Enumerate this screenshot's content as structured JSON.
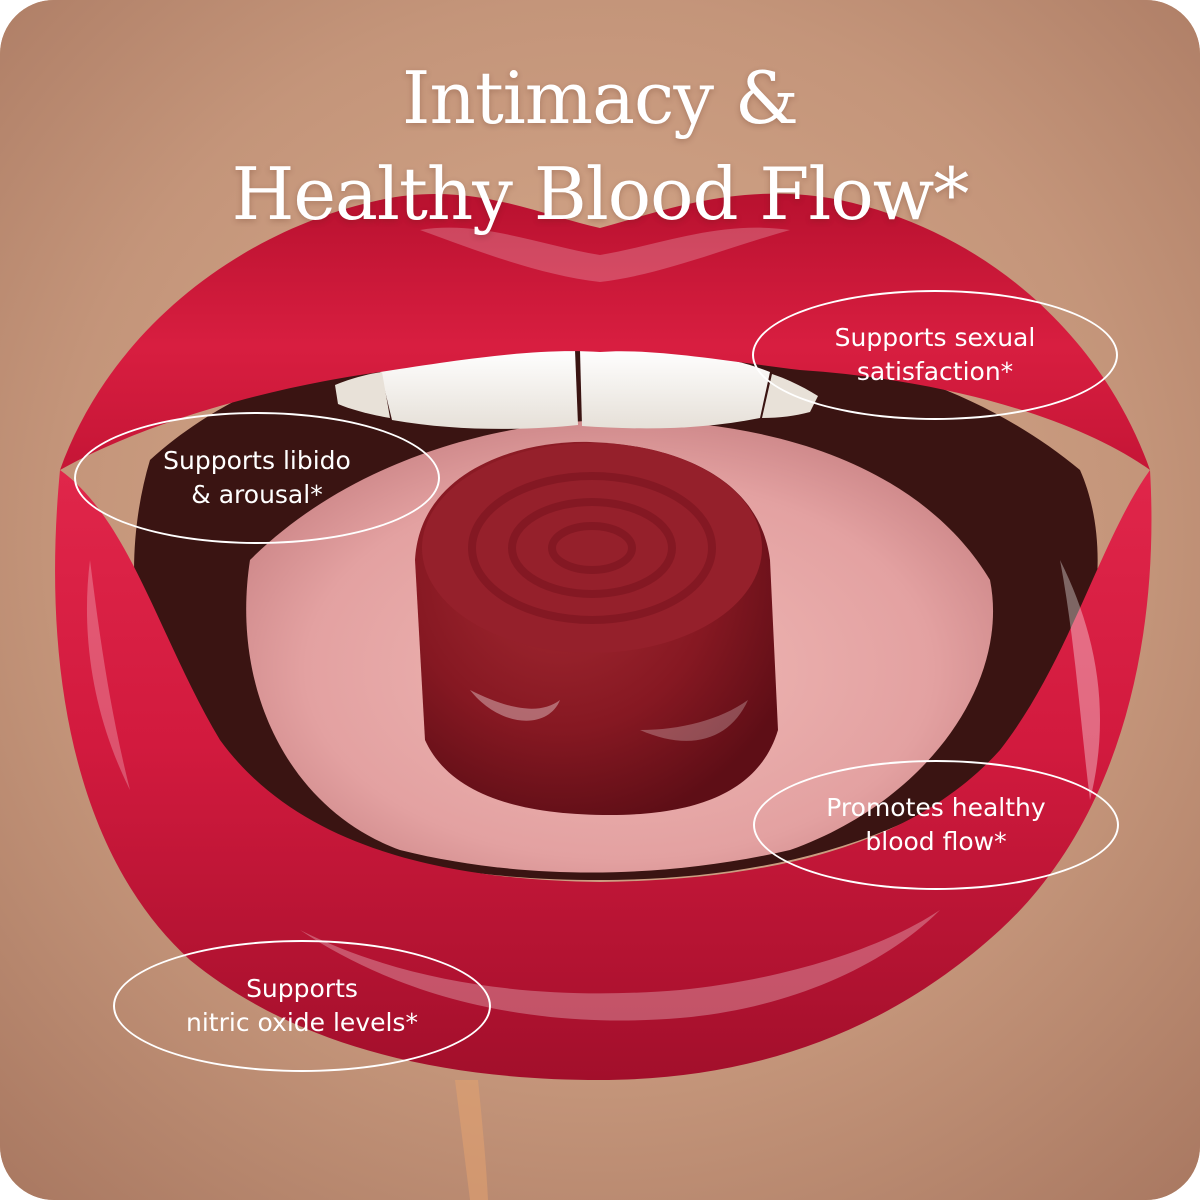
{
  "headline": {
    "line1": "Intimacy &",
    "line2": "Healthy Blood Flow*"
  },
  "benefits": {
    "libido": {
      "line1": "Supports libido",
      "line2": "& arousal*"
    },
    "sexual_satisfaction": {
      "line1": "Supports sexual",
      "line2": "satisfaction*"
    },
    "blood_flow": {
      "line1": "Promotes healthy",
      "line2": "blood flow*"
    },
    "nitric_oxide": {
      "line1": "Supports",
      "line2": "nitric oxide levels*"
    }
  },
  "colors": {
    "skin": "#c89a7c",
    "lip_red": "#d4193c",
    "lip_dark": "#a50f2c",
    "mouth_interior": "#3a1412",
    "tongue": "#e7a7a6",
    "teeth": "#f4f1ec",
    "gummy": "#8c1a24",
    "text": "#ffffff"
  }
}
